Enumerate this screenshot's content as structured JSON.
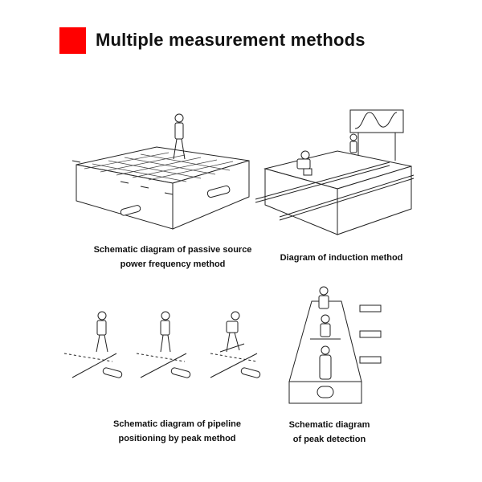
{
  "header": {
    "title": "Multiple measurement methods",
    "accent": "#ff0000"
  },
  "panels": {
    "passive": {
      "caption_line1": "Schematic diagram of passive source",
      "caption_line2": "power frequency method"
    },
    "induction": {
      "caption": "Diagram of induction method"
    },
    "peak_positioning": {
      "caption_line1": "Schematic diagram of pipeline",
      "caption_line2": "positioning by peak method"
    },
    "peak_detection": {
      "caption_line1": "Schematic diagram",
      "caption_line2": "of peak detection"
    }
  }
}
